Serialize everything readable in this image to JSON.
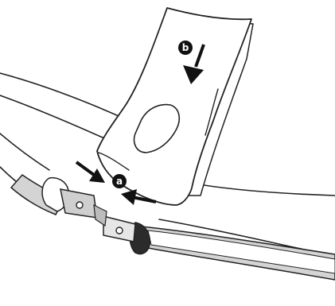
{
  "diagram": {
    "steps": [
      {
        "marker": "a",
        "action": "press-inward"
      },
      {
        "marker": "b",
        "action": "push-down"
      }
    ],
    "colors": {
      "outline": "#222222",
      "fill_light": "#ffffff",
      "fill_grey": "#d2d2d2",
      "fill_dark": "#2b2b2b",
      "badge": "#111111"
    }
  }
}
